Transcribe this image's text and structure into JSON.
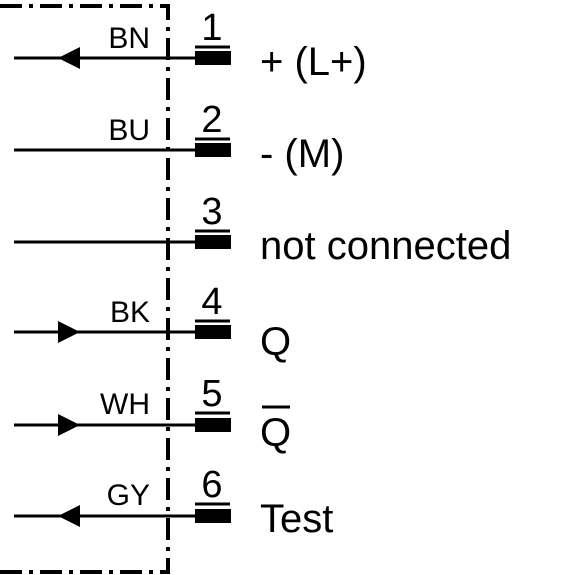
{
  "pins": [
    {
      "number": "1",
      "wire_color": "BN",
      "function": "+ (L+)",
      "direction": "in"
    },
    {
      "number": "2",
      "wire_color": "BU",
      "function": "- (M)",
      "direction": "none"
    },
    {
      "number": "3",
      "wire_color": "",
      "function": "not connected",
      "direction": "none"
    },
    {
      "number": "4",
      "wire_color": "BK",
      "function": "Q",
      "direction": "out"
    },
    {
      "number": "5",
      "wire_color": "WH",
      "function": "Q",
      "direction": "out",
      "overbar": true
    },
    {
      "number": "6",
      "wire_color": "GY",
      "function": "Test",
      "direction": "in"
    }
  ]
}
